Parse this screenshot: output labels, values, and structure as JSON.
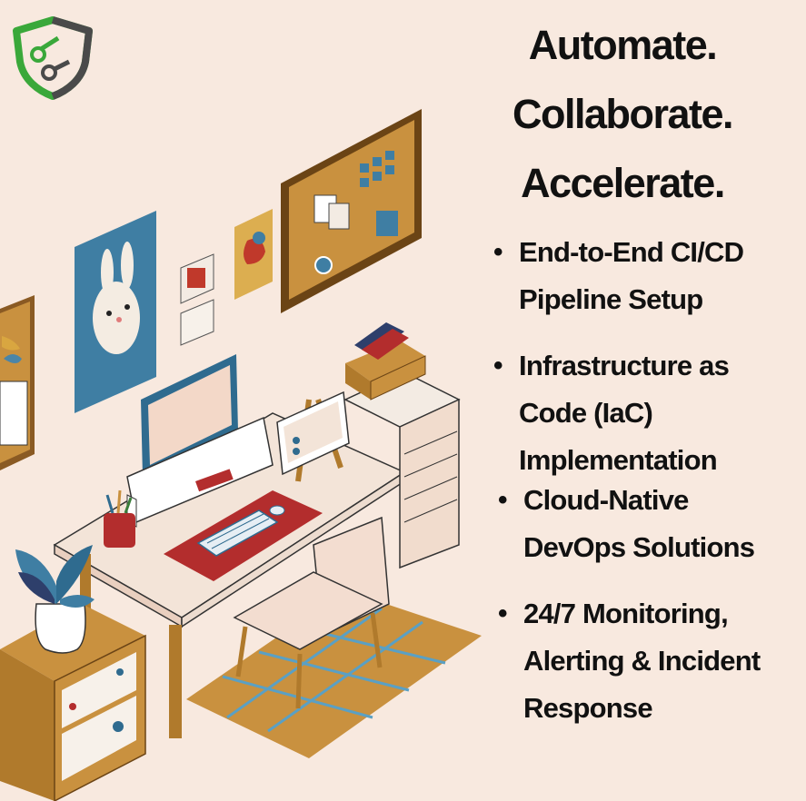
{
  "colors": {
    "background": "#f8e9df",
    "brand_green": "#3aa83a",
    "brand_gray": "#4a4a4a",
    "text": "#111111"
  },
  "logo": {
    "icon": "shield-circuit-icon"
  },
  "headline": [
    "Automate.",
    "Collaborate.",
    "Accelerate."
  ],
  "bullets": [
    [
      "End-to-End CI/CD",
      "Pipeline Setup"
    ],
    [
      "Infrastructure as",
      "Code (IaC)",
      "Implementation"
    ],
    [
      "Cloud-Native",
      "DevOps Solutions"
    ],
    [
      "24/7 Monitoring,",
      "Alerting & Incident",
      "Response"
    ]
  ],
  "illustration": {
    "description_icon": "home-office-desk-illustration"
  }
}
